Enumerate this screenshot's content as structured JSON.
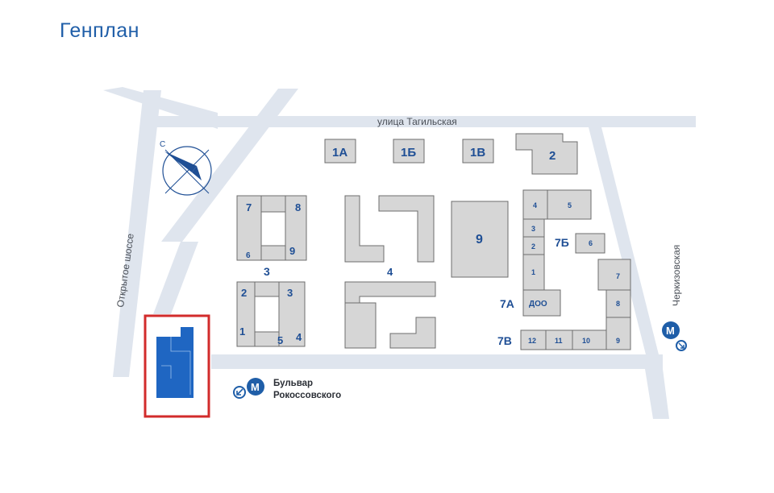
{
  "title": "Генплан",
  "streets": {
    "tagilskaya": "улица Тагильская",
    "otkrytoe": "Открытое шоссе",
    "cherkizovskaya": "Черкизовская"
  },
  "metro": {
    "symbol": "М",
    "station_line1": "Бульвар",
    "station_line2": "Рокоссовского"
  },
  "compass": {
    "north_label": "С"
  },
  "buildings": {
    "b1a": "1А",
    "b1b": "1Б",
    "b1v": "1В",
    "b2": "2",
    "b9": "9",
    "b3": "3",
    "b4": "4",
    "b3_sec7": "7",
    "b3_sec8": "8",
    "b3_sec6": "6",
    "b3_sec9": "9",
    "b3_sec2": "2",
    "b3_sec3": "3",
    "b3_sec1": "1",
    "b3_sec5": "5",
    "b3_sec4": "4",
    "b7a": "7А",
    "b7b": "7Б",
    "b7v": "7В",
    "doo": "ДОО",
    "b7_s4": "4",
    "b7_s5": "5",
    "b7_s3": "3",
    "b7_s2": "2",
    "b7_s1": "1",
    "b7_s6": "6",
    "b7_s7": "7",
    "b7_s8": "8",
    "b7_s9": "9",
    "b7_s10": "10",
    "b7_s11": "11",
    "b7_s12": "12"
  },
  "colors": {
    "road": "#dfe5ee",
    "building_fill": "#d6d6d6",
    "building_stroke": "#6d6d6d",
    "label_blue": "#1f4f95",
    "highlight_plot": "#1f66c2",
    "highlight_frame": "#d22b2b",
    "metro_blue": "#1f5ea8"
  }
}
